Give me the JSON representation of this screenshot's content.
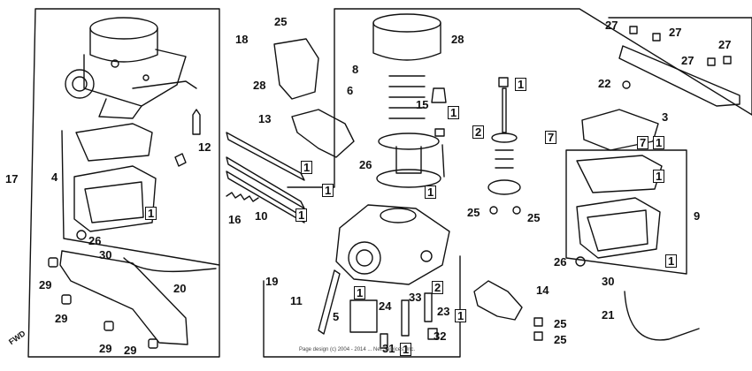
{
  "diagram": {
    "fwd_label": "FWD",
    "copyright_text": "Page design (c) 2004 - 2014 ... Net Services, Inc.",
    "callouts": [
      {
        "id": "c-17",
        "text": "17",
        "boxed": false
      },
      {
        "id": "c-18",
        "text": "18",
        "boxed": false
      },
      {
        "id": "c-4",
        "text": "4",
        "boxed": false
      },
      {
        "id": "c-12",
        "text": "12",
        "boxed": false
      },
      {
        "id": "c-26a",
        "text": "26",
        "boxed": false
      },
      {
        "id": "c-30a",
        "text": "30",
        "boxed": false
      },
      {
        "id": "c-1a",
        "text": "1",
        "boxed": true
      },
      {
        "id": "c-29a",
        "text": "29",
        "boxed": false
      },
      {
        "id": "c-29b",
        "text": "29",
        "boxed": false
      },
      {
        "id": "c-29c",
        "text": "29",
        "boxed": false
      },
      {
        "id": "c-29d",
        "text": "29",
        "boxed": false
      },
      {
        "id": "c-20",
        "text": "20",
        "boxed": false
      },
      {
        "id": "c-25a",
        "text": "25",
        "boxed": false
      },
      {
        "id": "c-28a",
        "text": "28",
        "boxed": false
      },
      {
        "id": "c-13",
        "text": "13",
        "boxed": false
      },
      {
        "id": "c-6",
        "text": "6",
        "boxed": false
      },
      {
        "id": "c-26b",
        "text": "26",
        "boxed": false
      },
      {
        "id": "c-1b",
        "text": "1",
        "boxed": true
      },
      {
        "id": "c-1c",
        "text": "1",
        "boxed": true
      },
      {
        "id": "c-1d",
        "text": "1",
        "boxed": true
      },
      {
        "id": "c-10",
        "text": "10",
        "boxed": false
      },
      {
        "id": "c-16",
        "text": "16",
        "boxed": false
      },
      {
        "id": "c-28b",
        "text": "28",
        "boxed": false
      },
      {
        "id": "c-8",
        "text": "8",
        "boxed": false
      },
      {
        "id": "c-15",
        "text": "15",
        "boxed": false
      },
      {
        "id": "c-1e",
        "text": "1",
        "boxed": true
      },
      {
        "id": "c-2a",
        "text": "2",
        "boxed": true
      },
      {
        "id": "c-1f",
        "text": "1",
        "boxed": true
      },
      {
        "id": "c-1g",
        "text": "1",
        "boxed": true
      },
      {
        "id": "c-7a",
        "text": "7",
        "boxed": true
      },
      {
        "id": "c-25b",
        "text": "25",
        "boxed": false
      },
      {
        "id": "c-25c",
        "text": "25",
        "boxed": false
      },
      {
        "id": "c-27a",
        "text": "27",
        "boxed": false
      },
      {
        "id": "c-27b",
        "text": "27",
        "boxed": false
      },
      {
        "id": "c-27c",
        "text": "27",
        "boxed": false
      },
      {
        "id": "c-27d",
        "text": "27",
        "boxed": false
      },
      {
        "id": "c-22",
        "text": "22",
        "boxed": false
      },
      {
        "id": "c-3",
        "text": "3",
        "boxed": false
      },
      {
        "id": "c-7b",
        "text": "7",
        "boxed": true
      },
      {
        "id": "c-1h",
        "text": "1",
        "boxed": true
      },
      {
        "id": "c-1i",
        "text": "1",
        "boxed": true
      },
      {
        "id": "c-9",
        "text": "9",
        "boxed": false
      },
      {
        "id": "c-26c",
        "text": "26",
        "boxed": false
      },
      {
        "id": "c-1j",
        "text": "1",
        "boxed": true
      },
      {
        "id": "c-30b",
        "text": "30",
        "boxed": false
      },
      {
        "id": "c-21",
        "text": "21",
        "boxed": false
      },
      {
        "id": "c-19",
        "text": "19",
        "boxed": false
      },
      {
        "id": "c-11",
        "text": "11",
        "boxed": false
      },
      {
        "id": "c-1k",
        "text": "1",
        "boxed": true
      },
      {
        "id": "c-24",
        "text": "24",
        "boxed": false
      },
      {
        "id": "c-5",
        "text": "5",
        "boxed": false
      },
      {
        "id": "c-33",
        "text": "33",
        "boxed": false
      },
      {
        "id": "c-2b",
        "text": "2",
        "boxed": true
      },
      {
        "id": "c-23",
        "text": "23",
        "boxed": false
      },
      {
        "id": "c-1l",
        "text": "1",
        "boxed": true
      },
      {
        "id": "c-32",
        "text": "32",
        "boxed": false
      },
      {
        "id": "c-31",
        "text": "31",
        "boxed": false
      },
      {
        "id": "c-1m",
        "text": "1",
        "boxed": true
      },
      {
        "id": "c-14",
        "text": "14",
        "boxed": false
      },
      {
        "id": "c-25d",
        "text": "25",
        "boxed": false
      },
      {
        "id": "c-25e",
        "text": "25",
        "boxed": false
      }
    ]
  }
}
